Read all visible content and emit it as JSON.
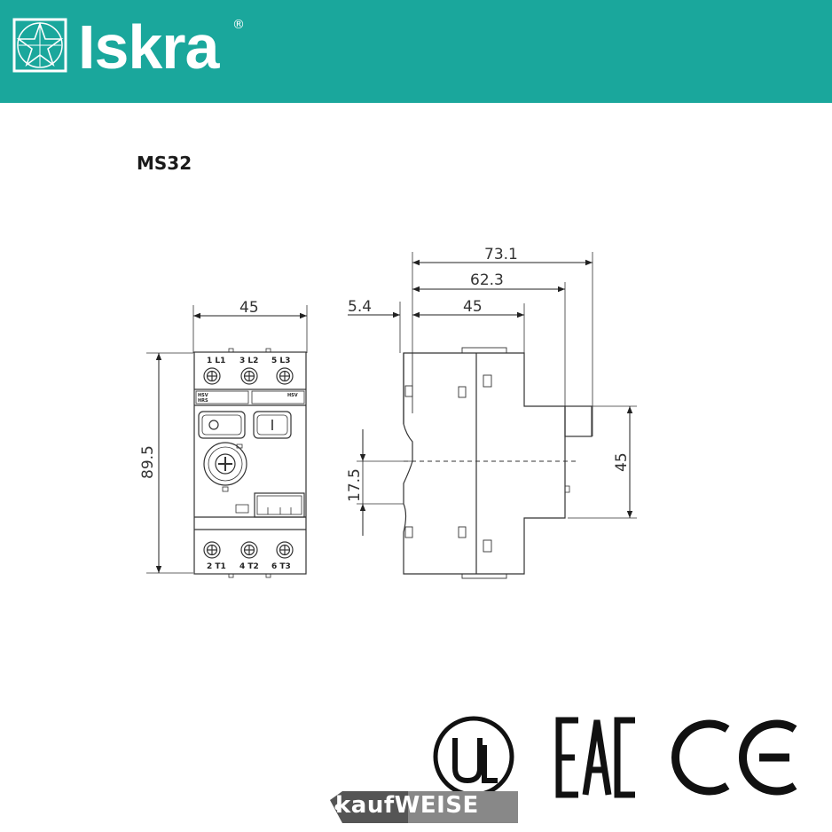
{
  "header": {
    "brand": "Iskra",
    "registered": "®",
    "color": "#1aa79c"
  },
  "model": "MS32",
  "front_view": {
    "width_label": "45",
    "height_label": "89.5",
    "top_terminals": [
      "1 L1",
      "3 L2",
      "5 L3"
    ],
    "bottom_terminals": [
      "2 T1",
      "4 T2",
      "6 T3"
    ],
    "label_left_1": "HSV",
    "label_left_2": "HRS",
    "label_right": "HSV"
  },
  "side_view": {
    "dim_total": "73.1",
    "dim_middle": "62.3",
    "dim_front": "45",
    "dim_offset": "5.4",
    "dim_rail": "17.5",
    "dim_height": "45"
  },
  "certifications": [
    "UL",
    "EAC",
    "CE"
  ],
  "watermark": {
    "part1": "kauf",
    "part2": "WEISE"
  }
}
